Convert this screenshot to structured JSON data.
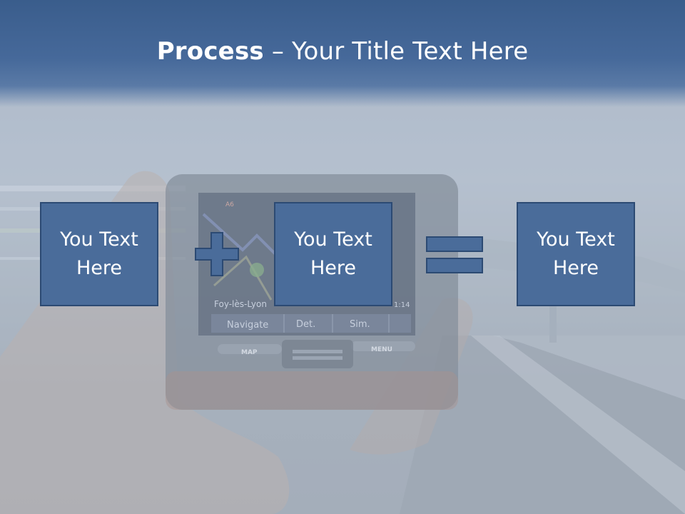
{
  "slide": {
    "title_bold": "Process",
    "title_rest": " – Your Title Text Here",
    "boxes": [
      {
        "text": "You Text Here"
      },
      {
        "text": "You Text Here"
      },
      {
        "text": "You Text Here"
      }
    ],
    "operators": [
      "plus-icon",
      "equals-icon"
    ],
    "colors": {
      "title_bar": "#46699a",
      "box_fill": "#4a6c9a",
      "box_border": "#2c4a73",
      "text": "#ffffff"
    }
  },
  "gps_screen": {
    "buttons": [
      "Navigate",
      "Det.",
      "Sim."
    ],
    "labels": [
      "MAP",
      "MENU"
    ],
    "place": "Foy-lès-Lyon",
    "time": "1:14",
    "road_sign": "A6"
  }
}
